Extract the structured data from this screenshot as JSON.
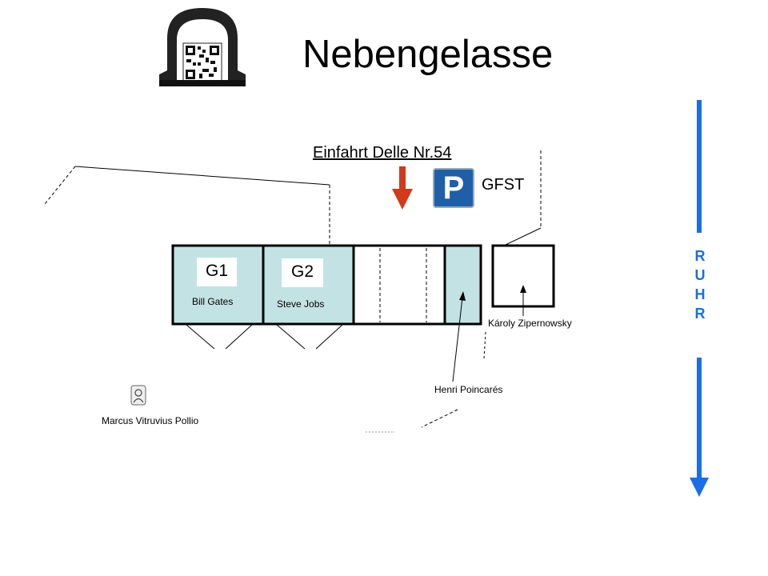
{
  "header": {
    "title": "Nebengelasse"
  },
  "map": {
    "entrance_label": "Einfahrt Delle Nr.54",
    "parking": {
      "sign_letter": "P",
      "label": "GFST"
    },
    "garages": [
      {
        "label": "G1",
        "owner": "Bill Gates"
      },
      {
        "label": "G2",
        "owner": "Steve Jobs"
      }
    ],
    "annotations": {
      "zipernowsky": "Károly Zipernowsky",
      "poincare": "Henri Poincarés",
      "vitruvius": "Marcus Vitruvius Pollio"
    },
    "river_letters": [
      "R",
      "U",
      "H",
      "R"
    ]
  },
  "colors": {
    "garage_fill": "#c3e2e3",
    "arrow_red": "#d13a1a",
    "parking_blue": "#1f5fa8",
    "river_blue": "#1a6ee6"
  },
  "icons": [
    "archway-qr-logo",
    "down-arrow-icon",
    "parking-sign-icon",
    "person-portrait-icon",
    "river-arrow-icon"
  ]
}
